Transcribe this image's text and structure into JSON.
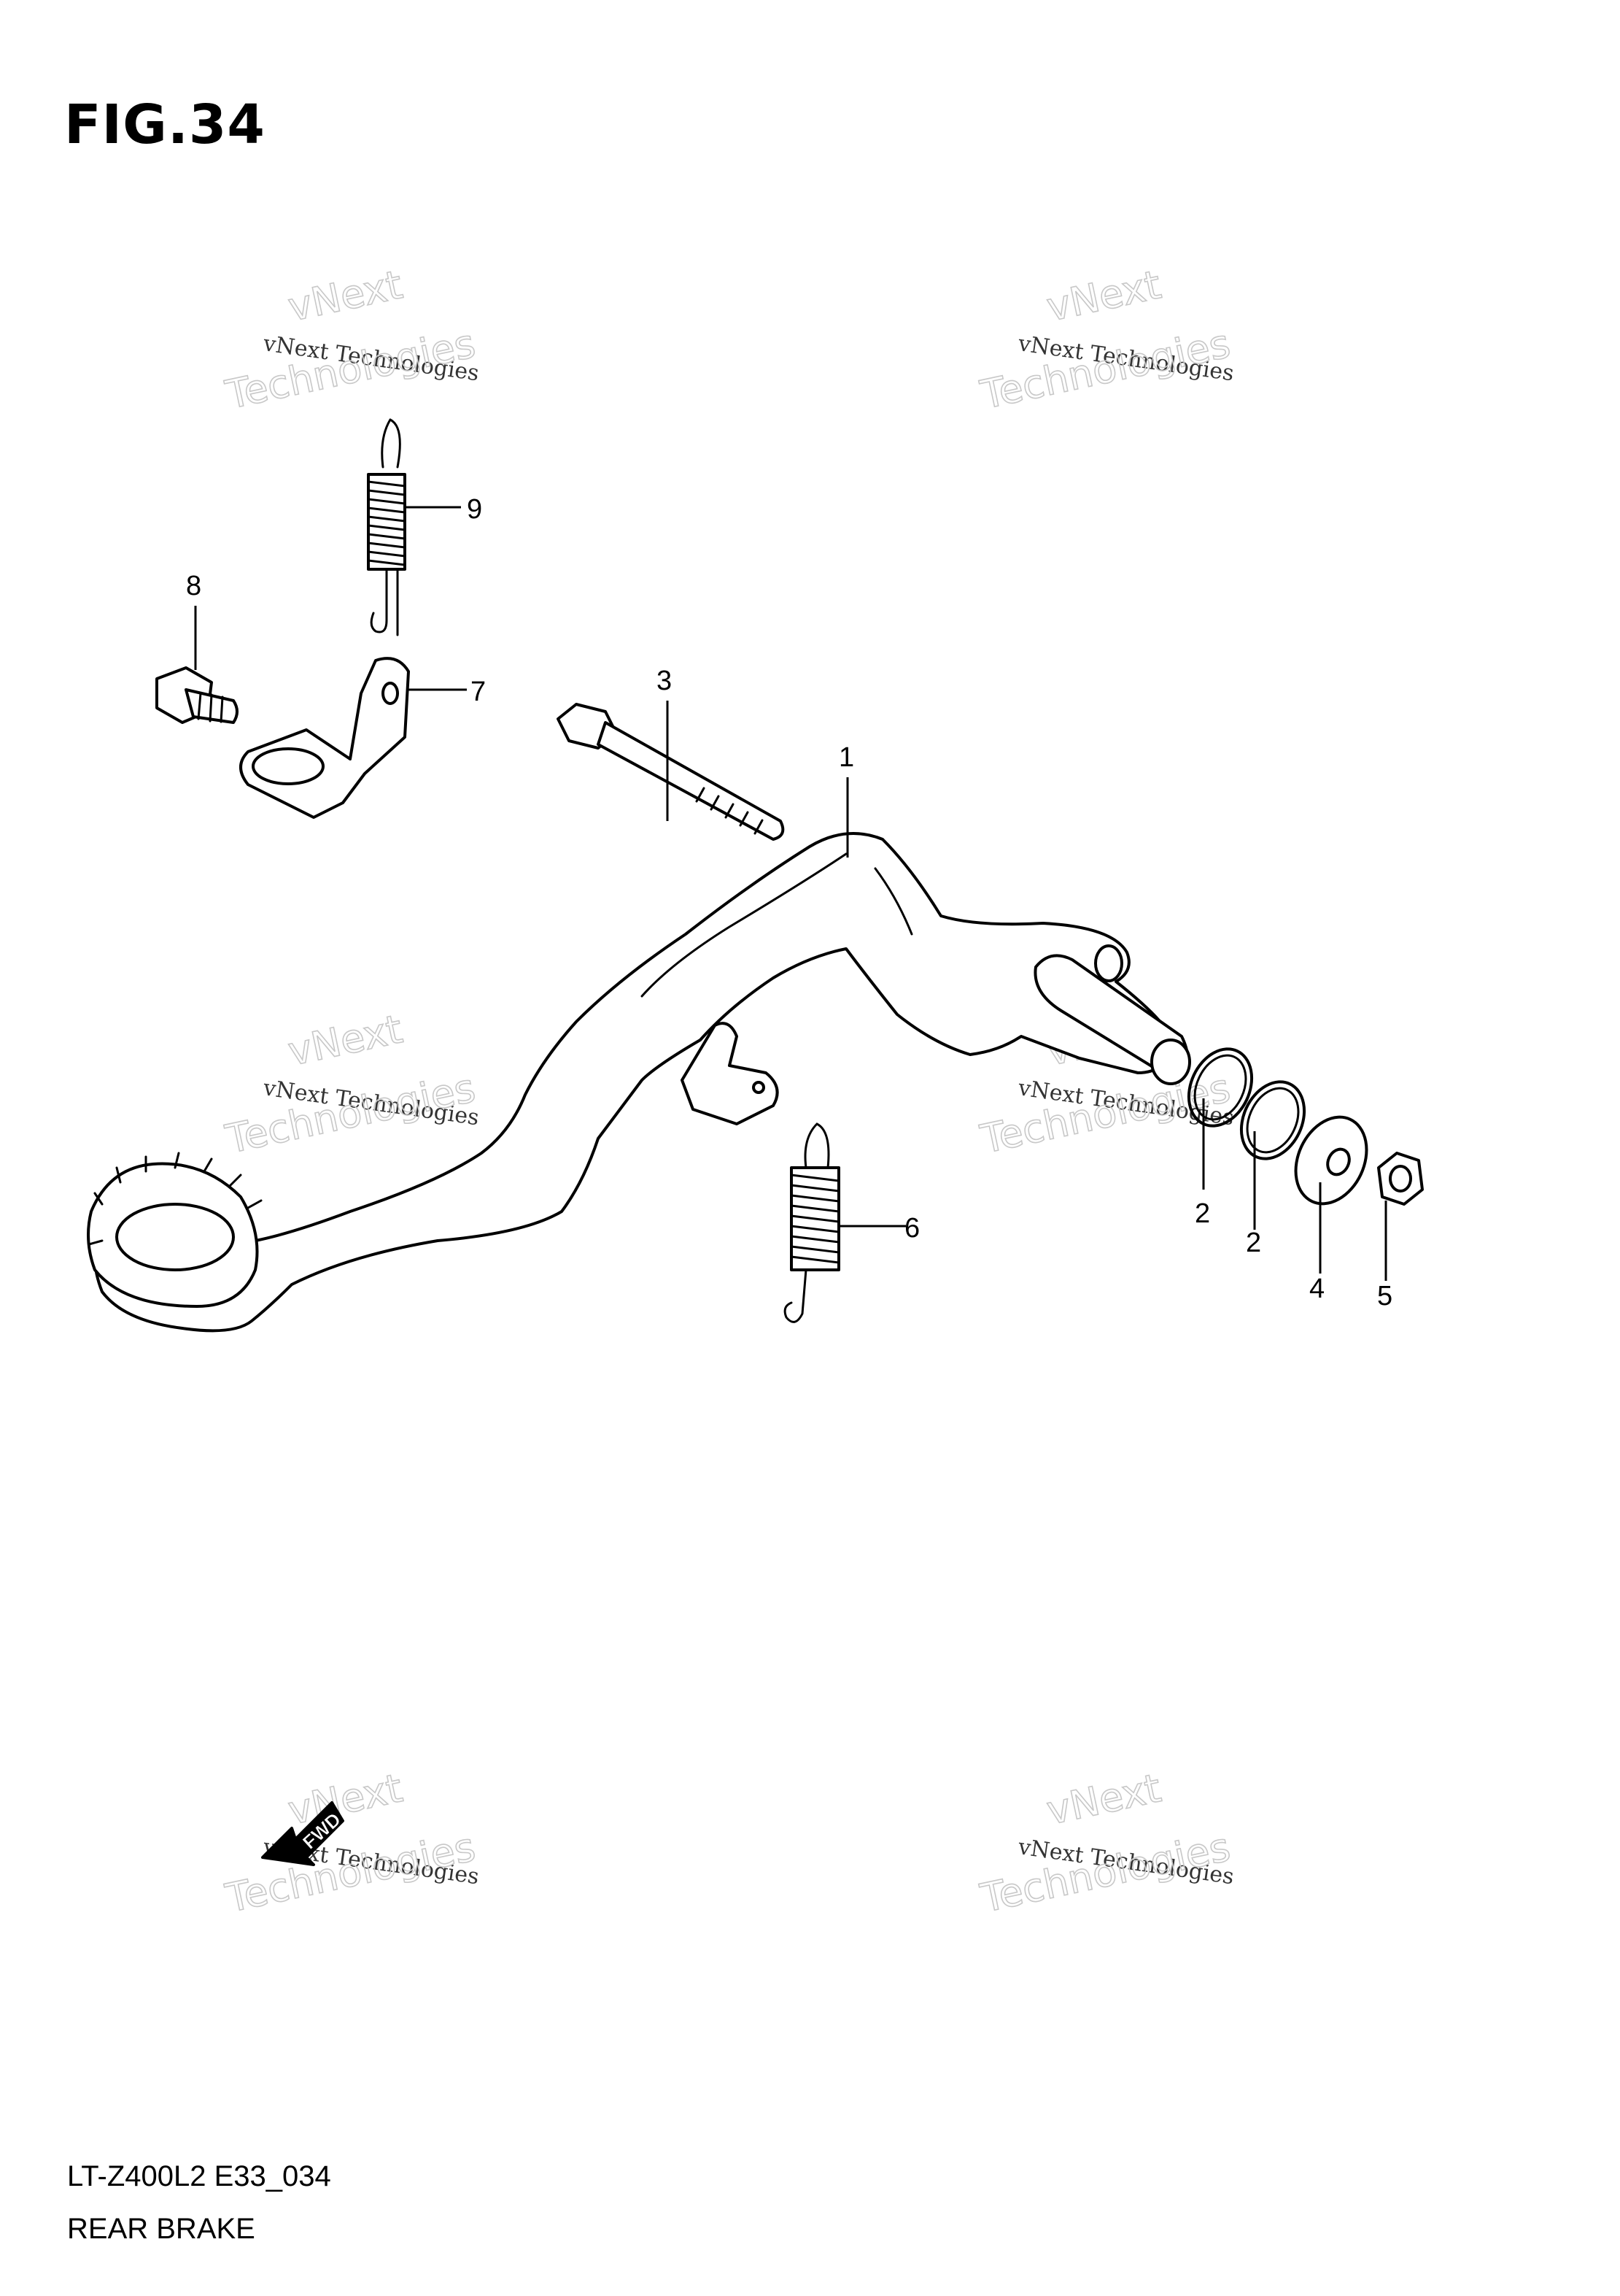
{
  "figure": {
    "title": "FIG.34"
  },
  "footer": {
    "code": "LT-Z400L2 E33_034",
    "name": "REAR BRAKE"
  },
  "callouts": {
    "c1": "1",
    "c2a": "2",
    "c2b": "2",
    "c3": "3",
    "c4": "4",
    "c5": "5",
    "c6": "6",
    "c7": "7",
    "c8": "8",
    "c9": "9"
  },
  "fwd_arrow": {
    "label": "FWD"
  },
  "watermark": {
    "line1": "vNext",
    "line2": "vNext Technologies",
    "line3": "Technologies"
  }
}
